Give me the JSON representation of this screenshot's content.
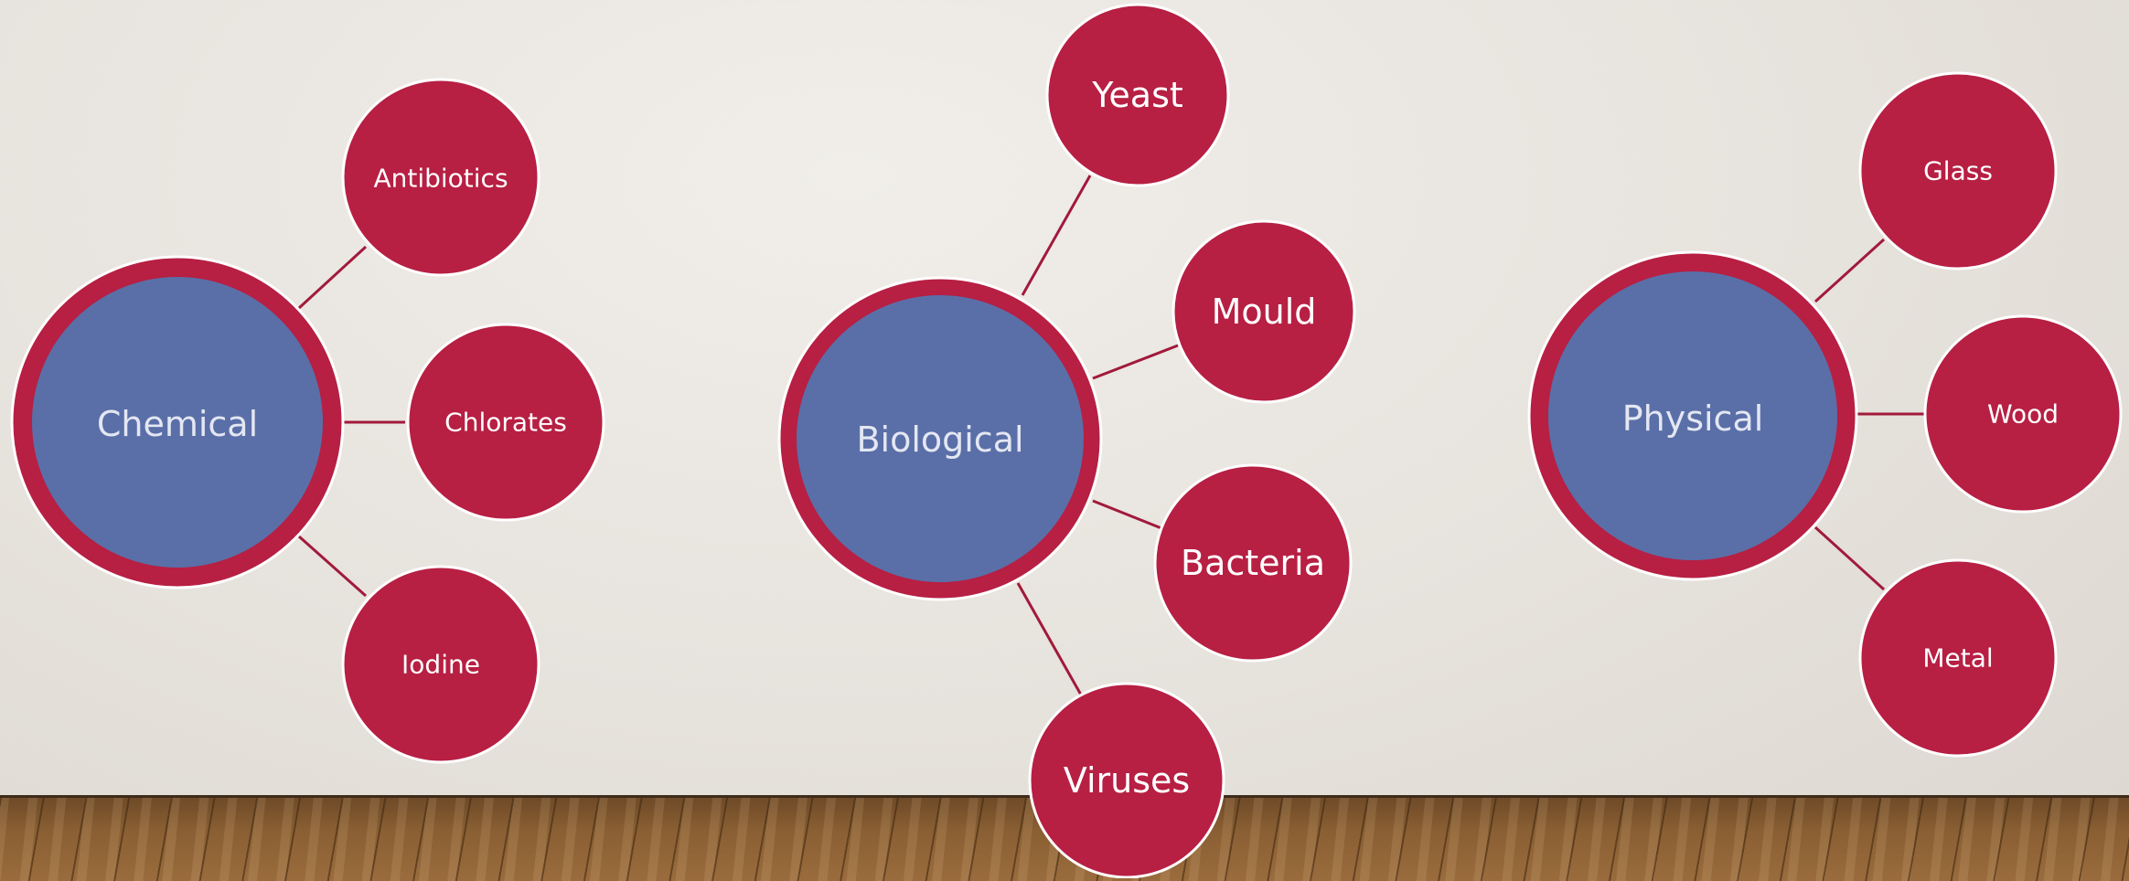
{
  "diagram": {
    "hubs": [
      {
        "label": "Chemical",
        "leaves": [
          {
            "label": "Antibiotics"
          },
          {
            "label": "Chlorates"
          },
          {
            "label": "Iodine"
          }
        ]
      },
      {
        "label": "Biological",
        "leaves": [
          {
            "label": "Yeast"
          },
          {
            "label": "Mould"
          },
          {
            "label": "Bacteria"
          },
          {
            "label": "Viruses"
          }
        ]
      },
      {
        "label": "Physical",
        "leaves": [
          {
            "label": "Glass"
          },
          {
            "label": "Wood"
          },
          {
            "label": "Metal"
          }
        ]
      }
    ],
    "colors": {
      "hub_fill": "#5a6fa8",
      "ring_and_leaf_fill": "#b71f43",
      "connector": "#a11a3b",
      "background": "#e6e2dc"
    }
  }
}
